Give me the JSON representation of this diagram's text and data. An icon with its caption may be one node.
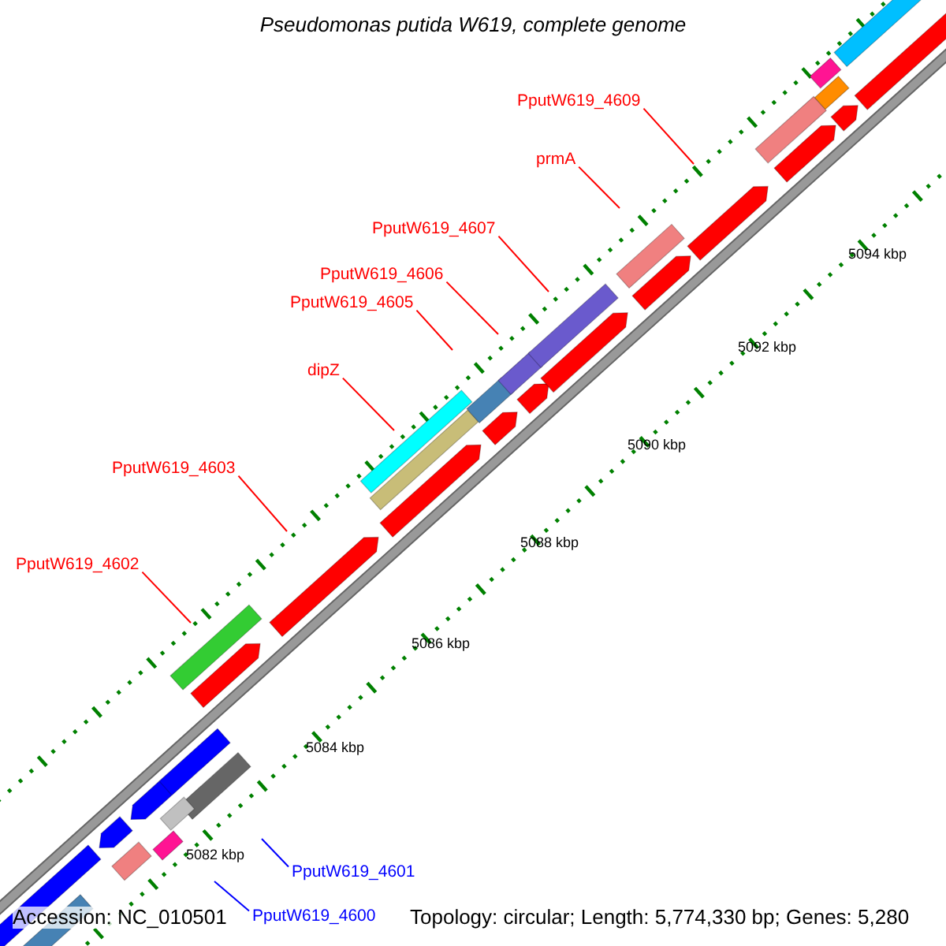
{
  "diagram": {
    "title": "Pseudomonas putida W619, complete genome",
    "nodes": [
      {
        "text": [
          "PputW619_4609"
        ]
      },
      {
        "text": [
          "prmA"
        ]
      },
      {
        "text": [
          "PputW619_4607"
        ]
      },
      {
        "text": [
          "PputW619_4606"
        ]
      },
      {
        "text": [
          "PputW619_4605"
        ]
      },
      {
        "text": [
          "dipZ"
        ]
      },
      {
        "text": [
          "PputW619_4603"
        ]
      },
      {
        "text": [
          "PputW619_4602"
        ]
      },
      {
        "text": [
          "PputW619_4601"
        ]
      },
      {
        "text": [
          "PputW619_4600"
        ]
      }
    ],
    "edges": [
      {
        "from": 0,
        "to": null,
        "arrow": "none"
      },
      {
        "from": 1,
        "to": null,
        "arrow": "none"
      },
      {
        "from": 2,
        "to": null,
        "arrow": "none"
      },
      {
        "from": 3,
        "to": null,
        "arrow": "none"
      },
      {
        "from": 4,
        "to": null,
        "arrow": "none"
      },
      {
        "from": 5,
        "to": null,
        "arrow": "none"
      },
      {
        "from": 6,
        "to": null,
        "arrow": "none"
      },
      {
        "from": 7,
        "to": null,
        "arrow": "none"
      },
      {
        "from": 8,
        "to": null,
        "arrow": "none",
        "color": "#0000ff"
      },
      {
        "from": 9,
        "to": null,
        "arrow": "none",
        "color": "#0000ff"
      }
    ],
    "labels": [
      "5094 kbp",
      "5092 kbp",
      "5090 kbp",
      "5088 kbp",
      "5086 kbp",
      "5084 kbp",
      "5082 kbp",
      "Accession: NC_010501",
      "Topology: circular; Length: 5,774,330 bp; Genes: 5,280"
    ]
  }
}
